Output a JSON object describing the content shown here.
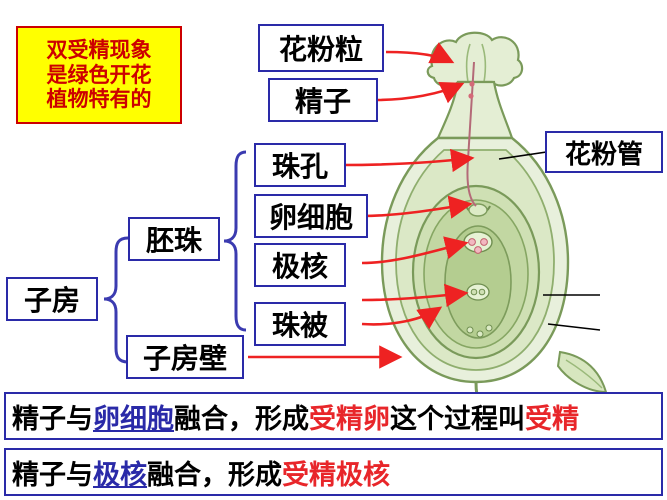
{
  "title_box": {
    "lines": [
      "双受精现象",
      "是绿色开花",
      "植物特有的"
    ],
    "text_color": "#cc0000",
    "bg_color": "#ffff00"
  },
  "labels": {
    "pollen_grain": "花粉粒",
    "sperm": "精子",
    "pollen_tube": "花粉管",
    "micropyle": "珠孔",
    "egg_cell": "卵细胞",
    "polar_nuclei": "极核",
    "integument": "珠被",
    "ovule": "胚珠",
    "ovary": "子房",
    "ovary_wall": "子房壁"
  },
  "sentences": {
    "line1": [
      {
        "t": "精子与",
        "style": "plain"
      },
      {
        "t": "卵细胞",
        "style": "underline"
      },
      {
        "t": "融合，形成",
        "style": "plain"
      },
      {
        "t": "受精卵",
        "style": "red"
      },
      {
        "t": "这个过程叫",
        "style": "plain"
      },
      {
        "t": "受精",
        "style": "red"
      }
    ],
    "line2": [
      {
        "t": "精子与",
        "style": "plain"
      },
      {
        "t": "  极核",
        "style": "underline"
      },
      {
        "t": "融合，形成",
        "style": "plain"
      },
      {
        "t": "受精极核",
        "style": "red"
      }
    ]
  },
  "colors": {
    "box_border": "#2a2aa8",
    "arrow_red": "#ee2222",
    "brace_blue": "#3b3bb0",
    "leader_black": "#000000",
    "plant_outline": "#7a9a5a",
    "plant_fill": "#e8f0dc",
    "ovary_fill": "#cfe0b4",
    "embryosac_fill": "#bcd49a"
  },
  "diagram": {
    "type": "biology-labeled-diagram",
    "subject": "flower-ovary-double-fertilization",
    "parts": [
      "花粉粒",
      "精子",
      "花粉管",
      "珠孔",
      "卵细胞",
      "极核",
      "珠被",
      "胚珠",
      "子房",
      "子房壁"
    ]
  }
}
